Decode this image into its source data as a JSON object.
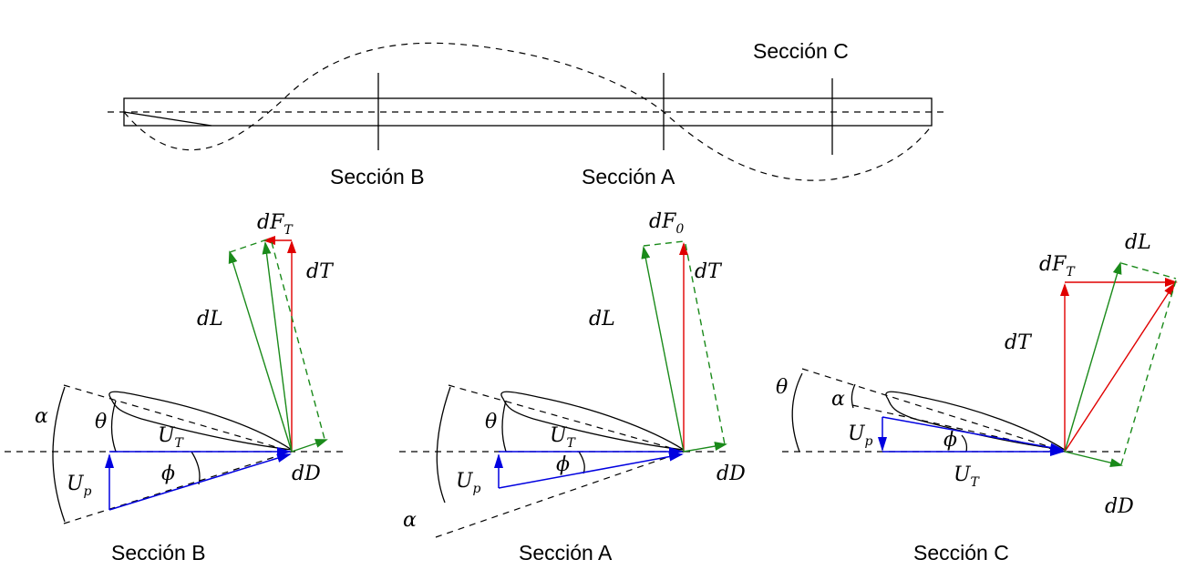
{
  "blade": {
    "section_c": "Sección C",
    "section_b": "Sección B",
    "section_a": "Sección A"
  },
  "diagram_b": {
    "caption": "Sección B",
    "dF": "dF",
    "dF_sub": "T",
    "dT": "dT",
    "dL": "dL",
    "dD": "dD",
    "alpha": "α",
    "theta": "θ",
    "phi": "ϕ",
    "U_T": "U",
    "U_T_sub": "T",
    "U_p": "U",
    "U_p_sub": "p"
  },
  "diagram_a": {
    "caption": "Sección A",
    "dF": "dF",
    "dF_sub": "0",
    "dT": "dT",
    "dL": "dL",
    "dD": "dD",
    "alpha": "α",
    "theta": "θ",
    "phi": "ϕ",
    "U_T": "U",
    "U_T_sub": "T",
    "U_p": "U",
    "U_p_sub": "p"
  },
  "diagram_c": {
    "caption": "Sección C",
    "dF": "dF",
    "dF_sub": "T",
    "dT": "dT",
    "dL": "dL",
    "dD": "dD",
    "alpha": "α",
    "theta": "θ",
    "phi": "ϕ",
    "U_T": "U",
    "U_T_sub": "T",
    "U_p": "U",
    "U_p_sub": "p"
  },
  "colors": {
    "lift": "#1a8a1a",
    "thrust": "#e00000",
    "velocity": "#0000e0"
  }
}
